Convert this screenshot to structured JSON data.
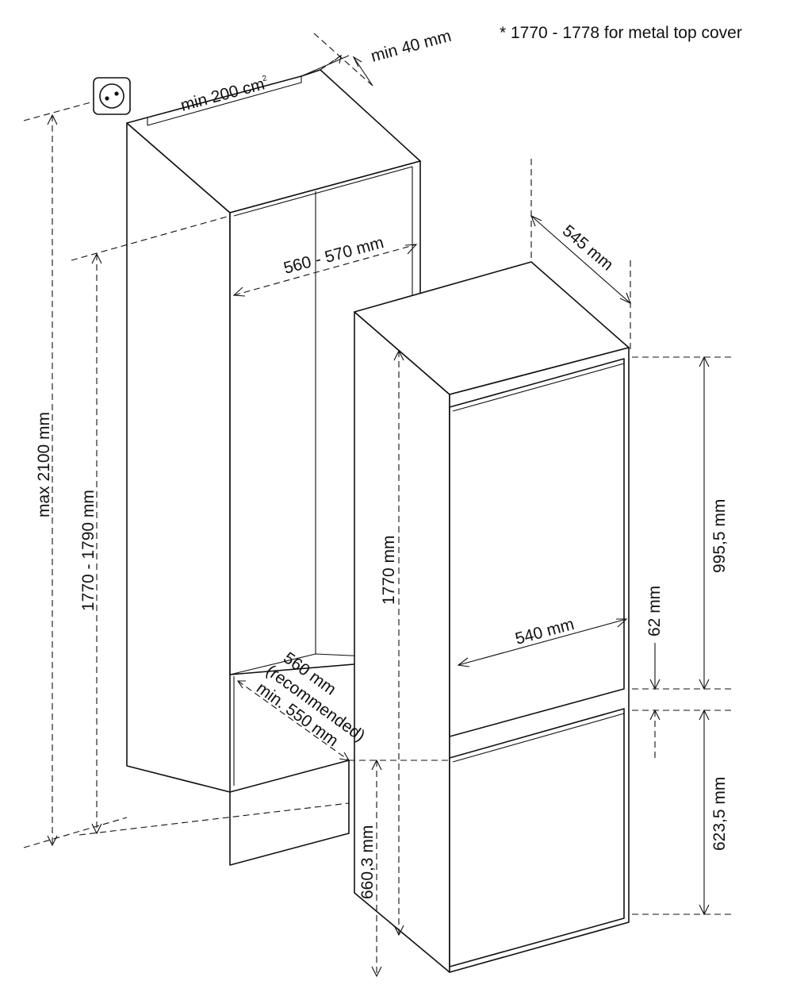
{
  "note": "* 1770 - 1778 for metal top cover",
  "labels": {
    "min_gap": "min 40 mm",
    "vent_area": "min 200 cm",
    "vent_area_sup": "2",
    "max_height": "max 2100 mm",
    "niche_height": "1770 - 1790 mm",
    "niche_width": "560 - 570 mm",
    "depth_rec": "560 mm",
    "depth_rec_note": "(recommended)",
    "depth_min": "min. 550 mm",
    "appliance_depth": "545 mm",
    "appliance_height": "1770 mm",
    "appliance_width": "540 mm",
    "upper_door": "995,5 mm",
    "door_gap": "62 mm",
    "lower_door": "623,5 mm",
    "hinge_height": "660,3 mm"
  },
  "icons": {
    "socket": "power-socket-icon"
  }
}
